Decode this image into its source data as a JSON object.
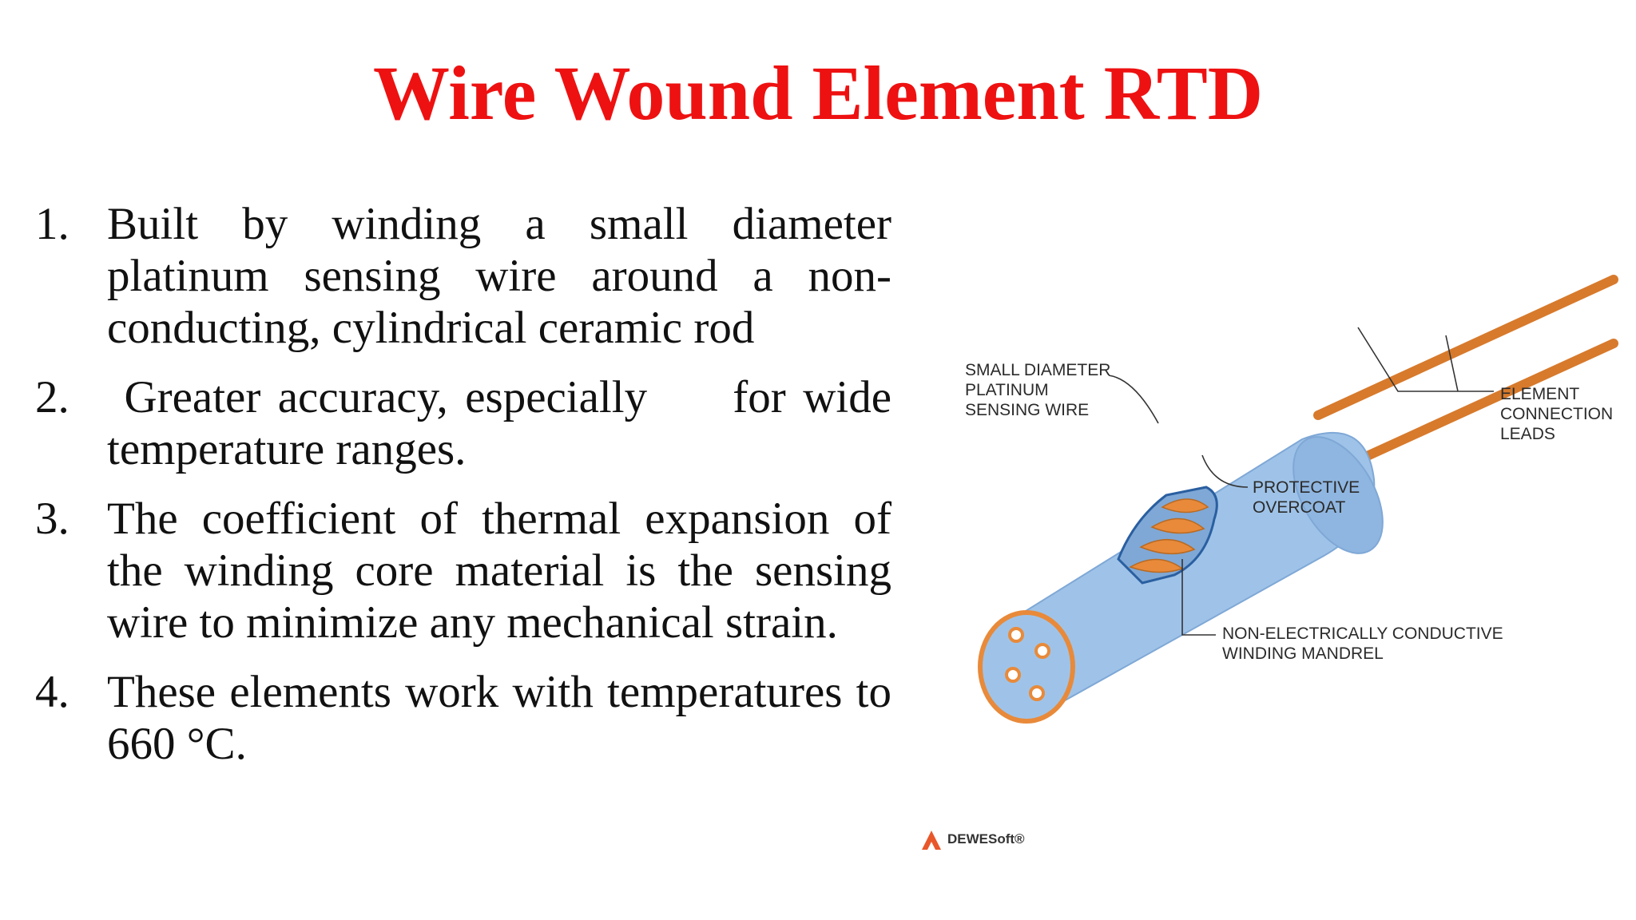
{
  "title": "Wire Wound Element RTD",
  "points": [
    {
      "number": "1.",
      "text": "Built by winding a small diameter platinum sensing wire around a non-conducting, cylindrical ceramic rod"
    },
    {
      "number": "2.",
      "text": " Greater accuracy, especially     for wide temperature ranges."
    },
    {
      "number": "3.",
      "text": "The coefficient of thermal expansion of the winding core material is  the sensing wire to minimize any mechanical strain."
    },
    {
      "number": "4.",
      "text": "These elements work with temperatures to 660 °C."
    }
  ],
  "diagram": {
    "labels": {
      "sensing_wire": [
        "SMALL DIAMETER",
        "PLATINUM",
        "SENSING WIRE"
      ],
      "leads": [
        "ELEMENT",
        "CONNECTION",
        "LEADS"
      ],
      "overcoat": [
        "PROTECTIVE",
        "OVERCOAT"
      ],
      "mandrel": [
        "NON-ELECTRICALLY CONDUCTIVE",
        "WINDING MANDREL"
      ]
    },
    "colors": {
      "body": "#9fc3e8",
      "body_dark": "#7fa8d6",
      "wire": "#e88a3a",
      "outline": "#2a5fa0"
    }
  },
  "logo": {
    "text": "DEWESoft®"
  }
}
